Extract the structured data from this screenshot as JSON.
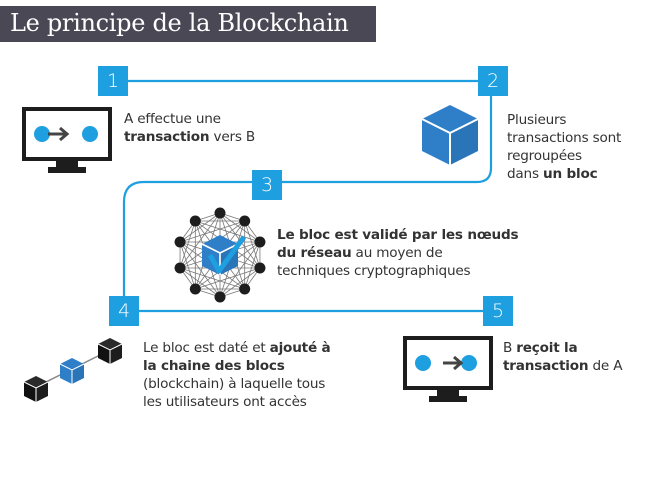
{
  "title": "Le principe de la Blockchain",
  "colors": {
    "accent": "#1e9fe0",
    "cube_blue": "#2f7fc8",
    "dark": "#1d1d1d",
    "title_bg": "#4a4855",
    "text": "#333333"
  },
  "steps": [
    {
      "number": "1",
      "icon": "monitor-transaction-send-icon",
      "text_parts": [
        {
          "text": "A effectue une ",
          "bold": false
        },
        {
          "text": "transaction",
          "bold": true
        },
        {
          "text": " vers B",
          "bold": false
        }
      ],
      "line1": "A effectue une",
      "line2_bold": "transaction",
      "line2_rest": " vers B"
    },
    {
      "number": "2",
      "icon": "cube-block-icon",
      "line1": "Plusieurs",
      "line2": "transactions sont",
      "line3": "regroupées",
      "line4_pre": "dans ",
      "line4_bold": "un bloc"
    },
    {
      "number": "3",
      "icon": "network-validation-icon",
      "line1_bold": "Le bloc est validé par les nœuds",
      "line2_bold": "du réseau",
      "line2_rest": " au moyen de",
      "line3": "techniques cryptographiques"
    },
    {
      "number": "4",
      "icon": "blockchain-chain-icon",
      "line1_pre": "Le bloc est daté et ",
      "line1_bold": "ajouté à",
      "line2_bold": "la chaine des blocs",
      "line3": "(blockchain) à laquelle tous",
      "line4": "les utilisateurs ont accès"
    },
    {
      "number": "5",
      "icon": "monitor-transaction-receive-icon",
      "line1_pre": "B ",
      "line1_bold": "reçoit la",
      "line2_bold": "transaction",
      "line2_rest": " de A"
    }
  ]
}
